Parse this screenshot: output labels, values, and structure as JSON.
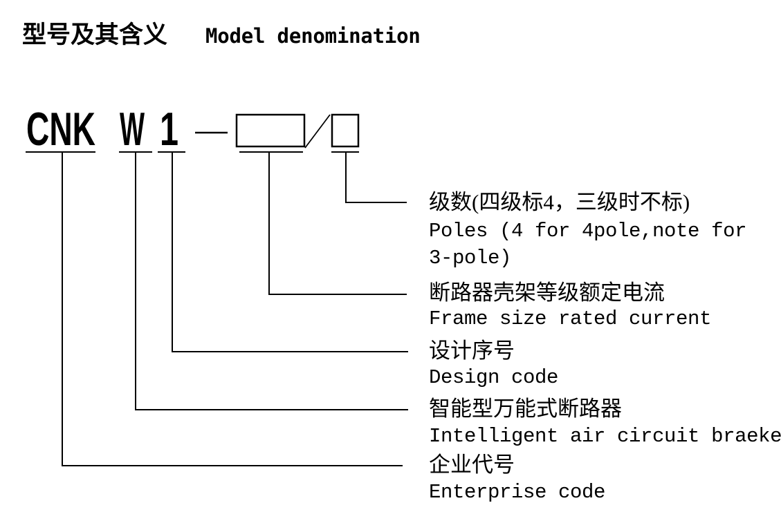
{
  "header": {
    "title_zh": "型号及其含义",
    "title_en": "Model denomination"
  },
  "model": {
    "prefix": "CNK",
    "series": "W",
    "design": "1"
  },
  "legend": {
    "poles": {
      "zh": "级数(四级标4，三级时不标)",
      "en1": "Poles (4 for 4pole,note for",
      "en2": "3-pole)"
    },
    "frame": {
      "zh": "断路器壳架等级额定电流",
      "en": "Frame size rated current"
    },
    "design": {
      "zh": "设计序号",
      "en": "Design code"
    },
    "breaker": {
      "zh": "智能型万能式断路器",
      "en": "Intelligent air circuit braeker"
    },
    "enterprise": {
      "zh": "企业代号",
      "en": "Enterprise code"
    }
  },
  "colors": {
    "line": "#000000",
    "background": "#ffffff",
    "text": "#000000"
  }
}
